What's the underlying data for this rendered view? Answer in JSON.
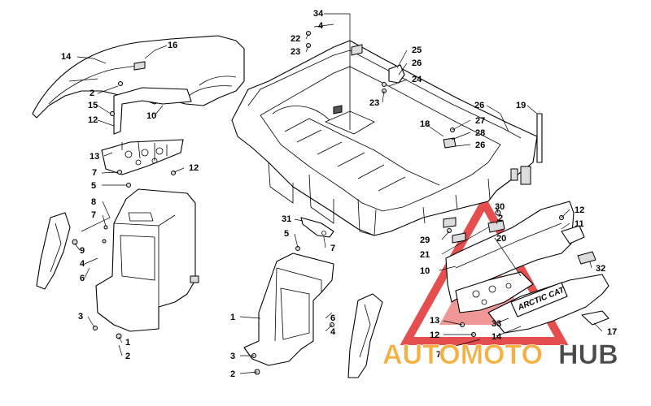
{
  "callouts": [
    {
      "id": "c34a",
      "text": "34"
    },
    {
      "id": "c4a",
      "text": "4"
    },
    {
      "id": "c22",
      "text": "22"
    },
    {
      "id": "c23a",
      "text": "23"
    },
    {
      "id": "c25",
      "text": "25"
    },
    {
      "id": "c26a",
      "text": "26"
    },
    {
      "id": "c24",
      "text": "24"
    },
    {
      "id": "c23b",
      "text": "23"
    },
    {
      "id": "c14a",
      "text": "14"
    },
    {
      "id": "c16",
      "text": "16"
    },
    {
      "id": "c2a",
      "text": "2"
    },
    {
      "id": "c15",
      "text": "15"
    },
    {
      "id": "c12a",
      "text": "12"
    },
    {
      "id": "c10a",
      "text": "10"
    },
    {
      "id": "c13a",
      "text": "13"
    },
    {
      "id": "c7a",
      "text": "7"
    },
    {
      "id": "c12b",
      "text": "12"
    },
    {
      "id": "c5a",
      "text": "5"
    },
    {
      "id": "c8",
      "text": "8"
    },
    {
      "id": "c7b",
      "text": "7"
    },
    {
      "id": "c9",
      "text": "9"
    },
    {
      "id": "c4b",
      "text": "4"
    },
    {
      "id": "c6a",
      "text": "6"
    },
    {
      "id": "c3a",
      "text": "3"
    },
    {
      "id": "c1a",
      "text": "1"
    },
    {
      "id": "c2b",
      "text": "2"
    },
    {
      "id": "c26b",
      "text": "26"
    },
    {
      "id": "c19",
      "text": "19"
    },
    {
      "id": "c18",
      "text": "18"
    },
    {
      "id": "c27",
      "text": "27"
    },
    {
      "id": "c28",
      "text": "28"
    },
    {
      "id": "c26c",
      "text": "26"
    },
    {
      "id": "c30",
      "text": "30"
    },
    {
      "id": "c2c",
      "text": "2"
    },
    {
      "id": "c12c",
      "text": "12"
    },
    {
      "id": "c11",
      "text": "11"
    },
    {
      "id": "c31",
      "text": "31"
    },
    {
      "id": "c5b",
      "text": "5"
    },
    {
      "id": "c7c",
      "text": "7"
    },
    {
      "id": "c29",
      "text": "29"
    },
    {
      "id": "c20",
      "text": "20"
    },
    {
      "id": "c21",
      "text": "21"
    },
    {
      "id": "c32",
      "text": "32"
    },
    {
      "id": "c10b",
      "text": "10"
    },
    {
      "id": "c1b",
      "text": "1"
    },
    {
      "id": "c6b",
      "text": "6"
    },
    {
      "id": "c4c",
      "text": "4"
    },
    {
      "id": "c3b",
      "text": "3"
    },
    {
      "id": "c2d",
      "text": "2"
    },
    {
      "id": "c13b",
      "text": "13"
    },
    {
      "id": "c12d",
      "text": "12"
    },
    {
      "id": "c7d",
      "text": "7"
    },
    {
      "id": "c33",
      "text": "33"
    },
    {
      "id": "c14b",
      "text": "14"
    },
    {
      "id": "c17",
      "text": "17"
    }
  ],
  "decal_text": "ARCTIC CAT",
  "watermark": {
    "part1": "AUTOMOTO",
    "part2": "HUB",
    "color1": "#f5b041",
    "color2": "#4a4a4a",
    "logo_color": "#e03030"
  }
}
